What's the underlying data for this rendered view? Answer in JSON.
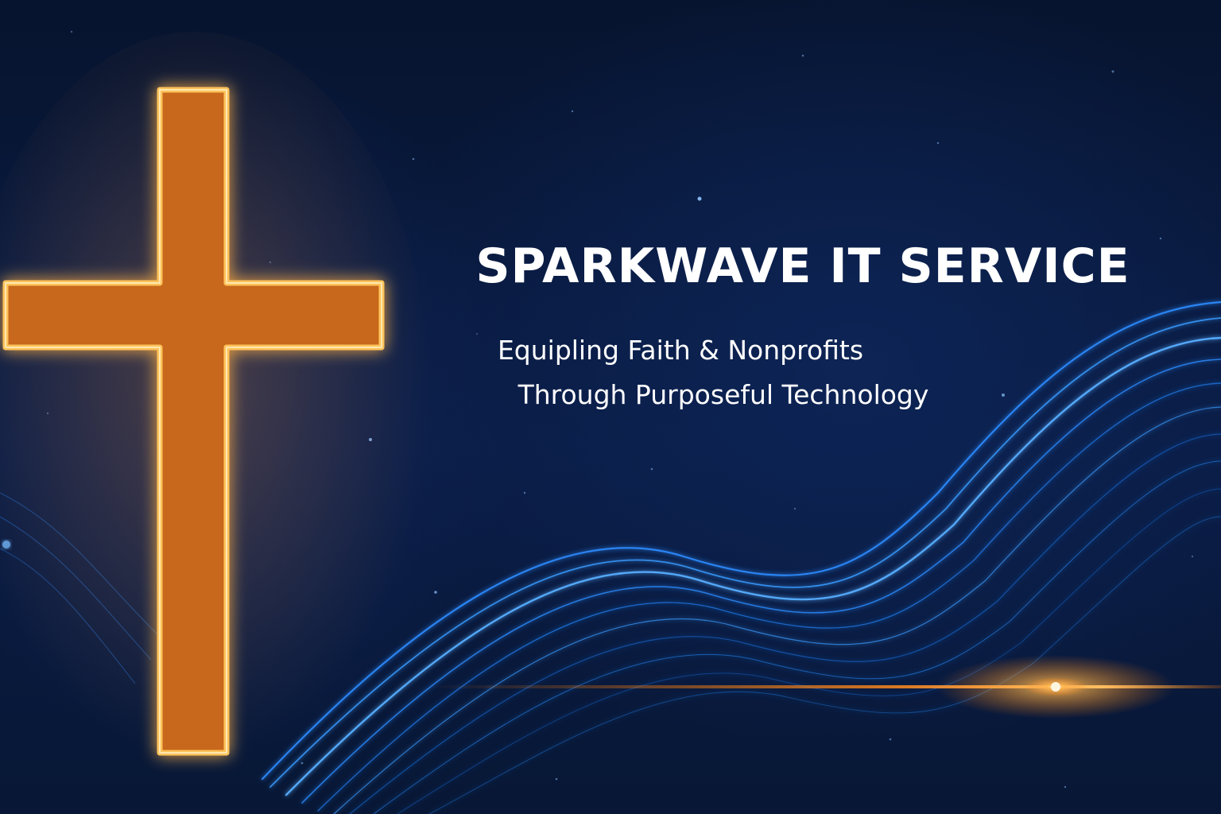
{
  "banner": {
    "title": "SPARKWAVE IT SERVICE",
    "tagline_line1": "Equipling Faith & Nonprofits",
    "tagline_line2": "Through Purposeful Technology"
  },
  "colors": {
    "background": "#06112b",
    "cross_fill": "#c8671a",
    "cross_glow": "#ffb347",
    "wave": "#2b8cff",
    "flare": "#ff8a1f",
    "text": "#ffffff"
  }
}
